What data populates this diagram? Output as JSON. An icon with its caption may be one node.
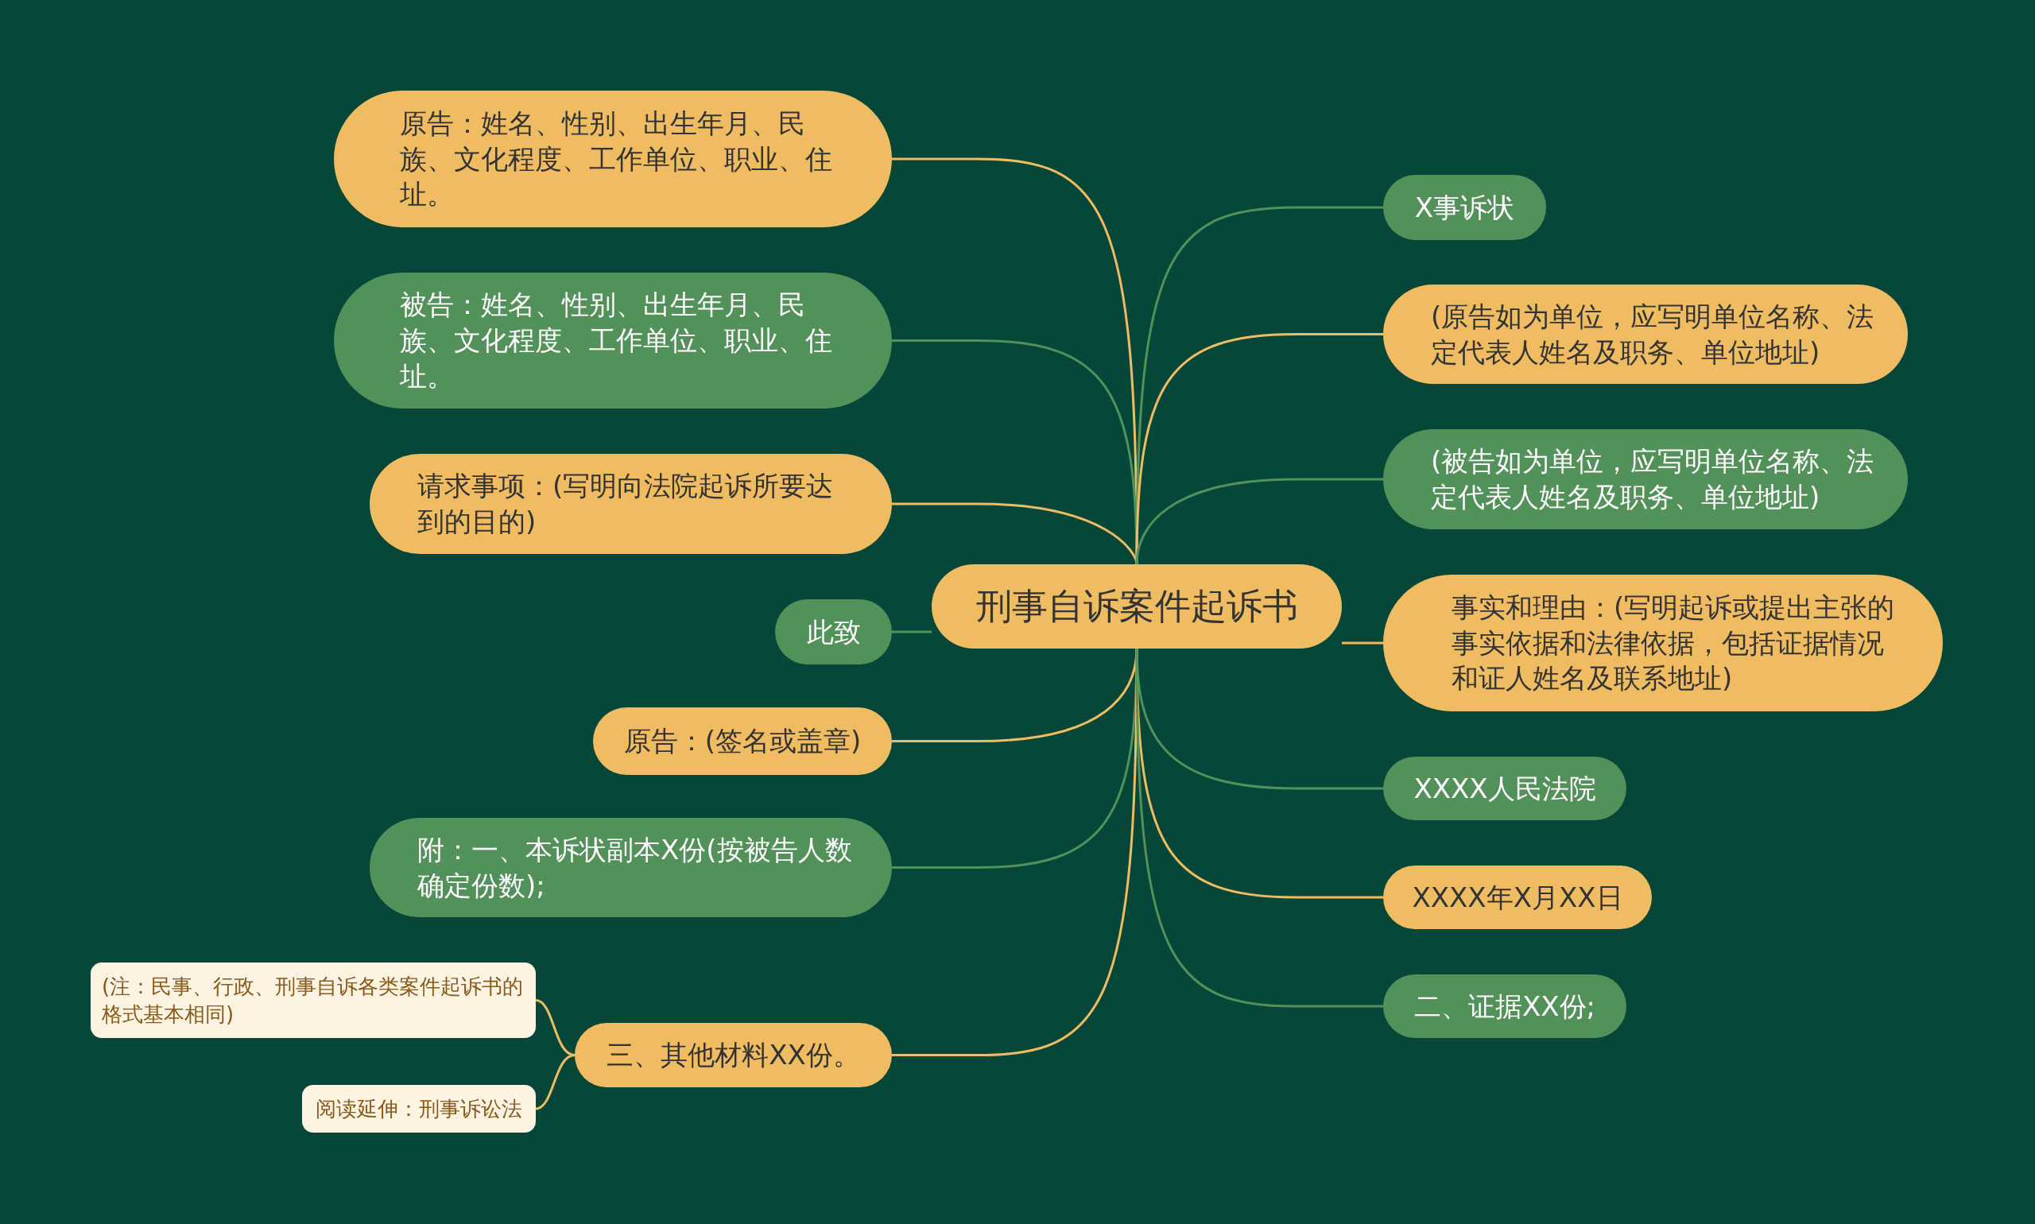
{
  "diagram": {
    "nodes": [
      {
        "text": [
          "刑事自诉案件起诉书"
        ]
      },
      {
        "text": [
          "原告：姓名、性别、出生年月、民族、文化程度、工作单位、职业、住址。"
        ]
      },
      {
        "text": [
          "被告：姓名、性别、出生年月、民族、文化程度、工作单位、职业、住址。"
        ]
      },
      {
        "text": [
          "请求事项：(写明向法院起诉所要达到的目的)"
        ]
      },
      {
        "text": [
          "此致"
        ]
      },
      {
        "text": [
          "原告：(签名或盖章)"
        ]
      },
      {
        "text": [
          "附：一、本诉状副本X份(按被告人数确定份数);"
        ]
      },
      {
        "text": [
          "三、其他材料XX份。"
        ]
      },
      {
        "text": [
          "(注：民事、行政、刑事自诉各类案件起诉书的格式基本相同)"
        ]
      },
      {
        "text": [
          "阅读延伸：刑事诉讼法"
        ]
      },
      {
        "text": [
          "X事诉状"
        ]
      },
      {
        "text": [
          "(原告如为单位，应写明单位名称、法定代表人姓名及职务、单位地址)"
        ]
      },
      {
        "text": [
          "(被告如为单位，应写明单位名称、法定代表人姓名及职务、单位地址)"
        ]
      },
      {
        "text": [
          "事实和理由：(写明起诉或提出主张的事实依据和法律依据，包括证据情况和证人姓名及联系地址)"
        ]
      },
      {
        "text": [
          "XXXX人民法院"
        ]
      },
      {
        "text": [
          "XXXX年X月XX日"
        ]
      },
      {
        "text": [
          "二、证据XX份;"
        ]
      }
    ],
    "edges": [
      {
        "from": 0,
        "to": 1,
        "arrow": "none"
      },
      {
        "from": 0,
        "to": 2,
        "arrow": "none",
        "color": "#53915a"
      },
      {
        "from": 0,
        "to": 3,
        "arrow": "none"
      },
      {
        "from": 0,
        "to": 4,
        "arrow": "none",
        "color": "#53915a"
      },
      {
        "from": 0,
        "to": 5,
        "arrow": "none"
      },
      {
        "from": 0,
        "to": 6,
        "arrow": "none",
        "color": "#53915a"
      },
      {
        "from": 0,
        "to": 7,
        "arrow": "none"
      },
      {
        "from": 7,
        "to": 8,
        "arrow": "none"
      },
      {
        "from": 7,
        "to": 9,
        "arrow": "none"
      },
      {
        "from": 0,
        "to": 10,
        "arrow": "none",
        "color": "#53915a"
      },
      {
        "from": 0,
        "to": 11,
        "arrow": "none"
      },
      {
        "from": 0,
        "to": 12,
        "arrow": "none",
        "color": "#53915a"
      },
      {
        "from": 0,
        "to": 13,
        "arrow": "none"
      },
      {
        "from": 0,
        "to": 14,
        "arrow": "none",
        "color": "#53915a"
      },
      {
        "from": 0,
        "to": 15,
        "arrow": "none"
      },
      {
        "from": 0,
        "to": 16,
        "arrow": "none",
        "color": "#53915a"
      }
    ]
  }
}
